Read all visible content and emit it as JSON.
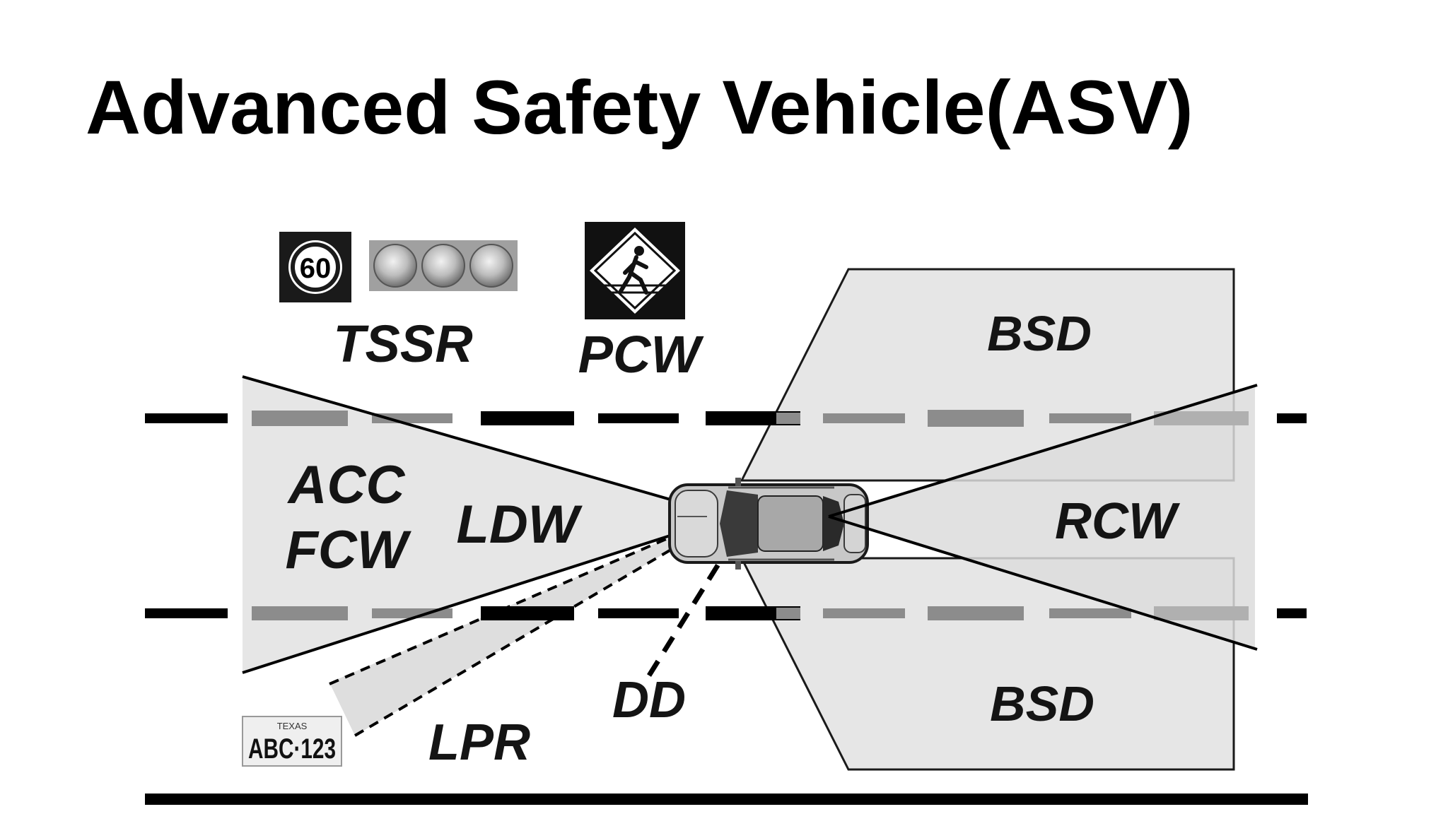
{
  "slide": {
    "title": "Advanced Safety Vehicle(ASV)"
  },
  "diagram": {
    "labels": {
      "tssr": "TSSR",
      "pcw": "PCW",
      "bsd_top": "BSD",
      "bsd_bottom": "BSD",
      "acc": "ACC",
      "fcw": "FCW",
      "ldw": "LDW",
      "rcw": "RCW",
      "dd": "DD",
      "lpr": "LPR"
    },
    "speed_sign": "60",
    "license_plate": {
      "state": "TEXAS",
      "number": "ABC·123"
    },
    "colors": {
      "zone_fill": "#e6e6e6",
      "line": "#000000",
      "lane_gray": "#8c8c8c"
    }
  }
}
